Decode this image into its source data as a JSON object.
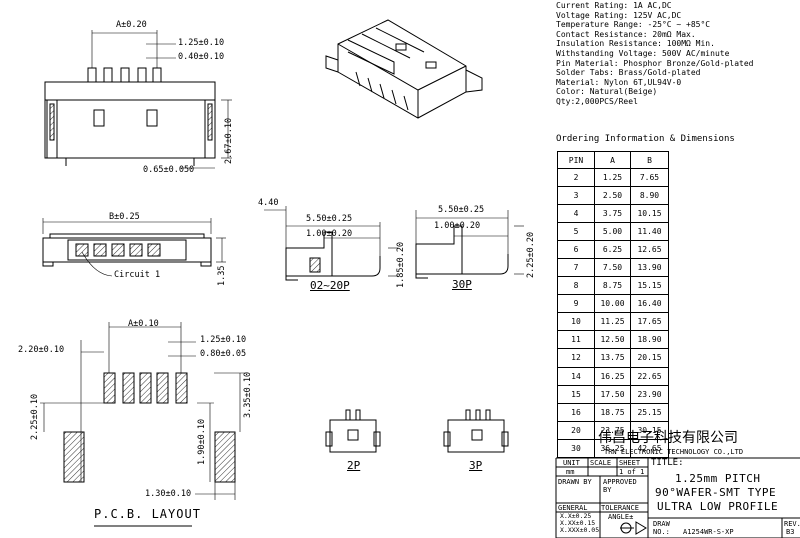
{
  "specs": [
    "Current Rating: 1A AC,DC",
    "Voltage Rating: 125V AC,DC",
    "Temperature Range: -25°C ~ +85°C",
    "Contact Resistance: 20mΩ Max.",
    "Insulation Resistance: 100MΩ Min.",
    "Withstanding Voltage: 500V AC/minute",
    "Pin Material: Phosphor Bronze/Gold-plated",
    "Solder Tabs: Brass/Gold-plated",
    "Material: Nylon 6T,UL94V-0",
    "Color: Natural(Beige)",
    "Qty:2,000PCS/Reel"
  ],
  "ordering_title": "Ordering Information & Dimensions",
  "table": {
    "headers": [
      "PIN",
      "A",
      "B"
    ],
    "rows": [
      [
        "2",
        "1.25",
        "7.65"
      ],
      [
        "3",
        "2.50",
        "8.90"
      ],
      [
        "4",
        "3.75",
        "10.15"
      ],
      [
        "5",
        "5.00",
        "11.40"
      ],
      [
        "6",
        "6.25",
        "12.65"
      ],
      [
        "7",
        "7.50",
        "13.90"
      ],
      [
        "8",
        "8.75",
        "15.15"
      ],
      [
        "9",
        "10.00",
        "16.40"
      ],
      [
        "10",
        "11.25",
        "17.65"
      ],
      [
        "11",
        "12.50",
        "18.90"
      ],
      [
        "12",
        "13.75",
        "20.15"
      ],
      [
        "14",
        "16.25",
        "22.65"
      ],
      [
        "15",
        "17.50",
        "23.90"
      ],
      [
        "16",
        "18.75",
        "25.15"
      ],
      [
        "20",
        "23.75",
        "30.15"
      ],
      [
        "30",
        "36.25",
        "42.65"
      ]
    ]
  },
  "dims": {
    "top_a": "A±0.20",
    "top_pitch": "1.25±0.10",
    "top_pin": "0.40±0.10",
    "top_h": "2.67±0.10",
    "top_off": "0.65±0.050",
    "front_b": "B±0.25",
    "front_h": "1.35",
    "circuit": "Circuit 1",
    "side_440": "4.40",
    "side_550a": "5.50±0.25",
    "side_100a": "1.00±0.20",
    "side_185": "1.85±0.20",
    "side_550b": "5.50±0.25",
    "side_100b": "1.00±0.20",
    "side_225": "2.25±0.20",
    "label_02_20p": "02~20P",
    "label_30p": "30P",
    "pcb_a": "A±0.10",
    "pcb_220": "2.20±0.10",
    "pcb_125": "1.25±0.10",
    "pcb_080": "0.80±0.05",
    "pcb_225": "2.25±0.10",
    "pcb_335": "3.35±0.10",
    "pcb_190": "1.90±0.10",
    "pcb_130": "1.30±0.10",
    "pcb_title": "P.C.B. LAYOUT",
    "label_2p": "2P",
    "label_3p": "3P"
  },
  "title_block": {
    "company_cn": "伟昌电子科技有限公司",
    "company_en": "TRN ELECTRONIC TECHNOLOGY CO.,LTD",
    "unit": "UNIT",
    "unit_val": "mm",
    "scale": "SCALE",
    "sheet": "SHEET",
    "sheet_val": "1 of 1",
    "title_label": "TITLE:",
    "title1": "1.25mm PITCH",
    "title2": "90°WAFER-SMT TYPE",
    "title3": "ULTRA LOW PROFILE",
    "drawn_by": "DRAWN BY",
    "approved": "APPROVED",
    "by": "BY",
    "general": "GENERAL",
    "tolerance": "TOLERANCE",
    "tol1": "X.X±0.25",
    "tol2": "X.XX±0.15",
    "tol3": "X.XXX±0.05",
    "angle": "ANGLE±",
    "draw_no_label1": "DRAW",
    "draw_no_label2": "NO.:",
    "draw_no": "A1254WR-S-XP",
    "rev_label": "REV.",
    "rev": "B3"
  }
}
